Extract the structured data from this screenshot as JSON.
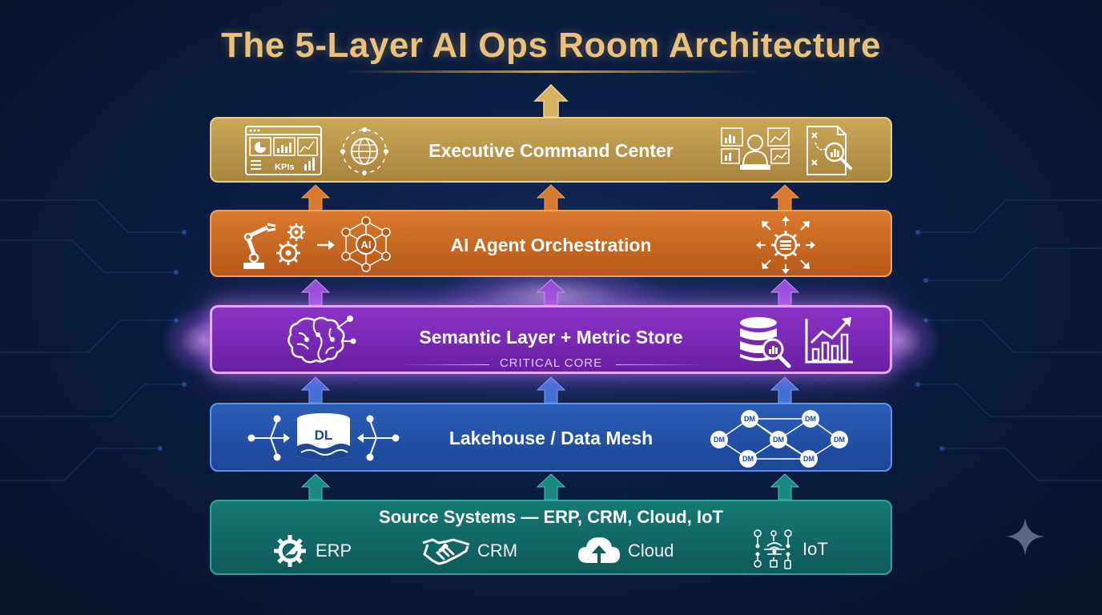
{
  "title": "The 5-Layer AI Ops Room Architecture",
  "layers": {
    "executive": {
      "label": "Executive Command Center",
      "kpi_text": "KPIs"
    },
    "ai": {
      "label": "AI Agent Orchestration",
      "ai_text": "AI"
    },
    "semantic": {
      "label": "Semantic Layer + Metric Store",
      "sublabel": "CRITICAL CORE"
    },
    "lakehouse": {
      "label": "Lakehouse / Data Mesh",
      "dl_text": "DL",
      "dm_text": "DM"
    },
    "sources": {
      "label": "Source Systems — ERP, CRM, Cloud, IoT",
      "items": [
        {
          "label": "ERP",
          "icon": "gear-wrench-icon"
        },
        {
          "label": "CRM",
          "icon": "handshake-icon"
        },
        {
          "label": "Cloud",
          "icon": "cloud-upload-icon"
        },
        {
          "label": "IoT",
          "icon": "iot-network-icon"
        }
      ]
    }
  },
  "colors": {
    "title": "#e8c27a",
    "executive": "#c9a85a",
    "ai": "#d8792e",
    "semantic": "#8a34c6",
    "lakehouse": "#2b5db8",
    "sources": "#167874"
  }
}
